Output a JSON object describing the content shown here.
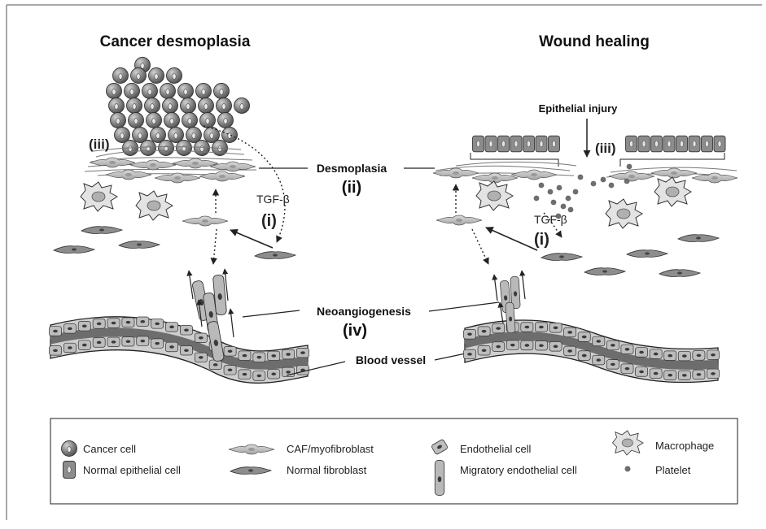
{
  "panels": {
    "left_title": "Cancer desmoplasia",
    "right_title": "Wound healing"
  },
  "center_labels": {
    "desmoplasia": "Desmoplasia",
    "ii": "(ii)",
    "neoangiogenesis": "Neoangiogenesis",
    "iv": "(iv)",
    "blood_vessel": "Blood vessel"
  },
  "left_labels": {
    "iii": "(iii)",
    "tgf": "TGF-β",
    "i": "(i)"
  },
  "right_labels": {
    "epithelial_injury": "Epithelial injury",
    "iii": "(iii)",
    "tgf": "TGF-β",
    "i": "(i)"
  },
  "legend": {
    "cancer_cell": "Cancer cell",
    "normal_epithelial_cell": "Normal epithelial cell",
    "caf_myofibroblast": "CAF/myofibroblast",
    "normal_fibroblast": "Normal fibroblast",
    "endothelial_cell": "Endothelial cell",
    "migratory_endothelial_cell": "Migratory endothelial cell",
    "macrophage": "Macrophage",
    "platelet": "Platelet"
  },
  "colors": {
    "cell_dark": "#6e6e6e",
    "cell_mid": "#9a9a9a",
    "cell_light": "#c8c8c8",
    "vessel_lumen": "#7a7a7a",
    "outline": "#333333",
    "frame": "#8c8c8c"
  }
}
